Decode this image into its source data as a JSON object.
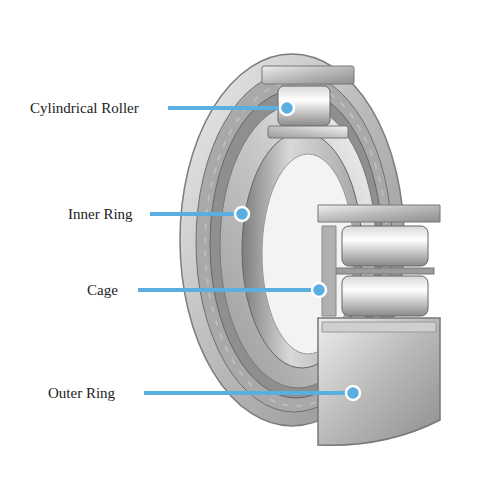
{
  "diagram": {
    "labels": [
      "Cylindrical Roller",
      "Inner Ring",
      "Cage",
      "Outer Ring"
    ]
  }
}
